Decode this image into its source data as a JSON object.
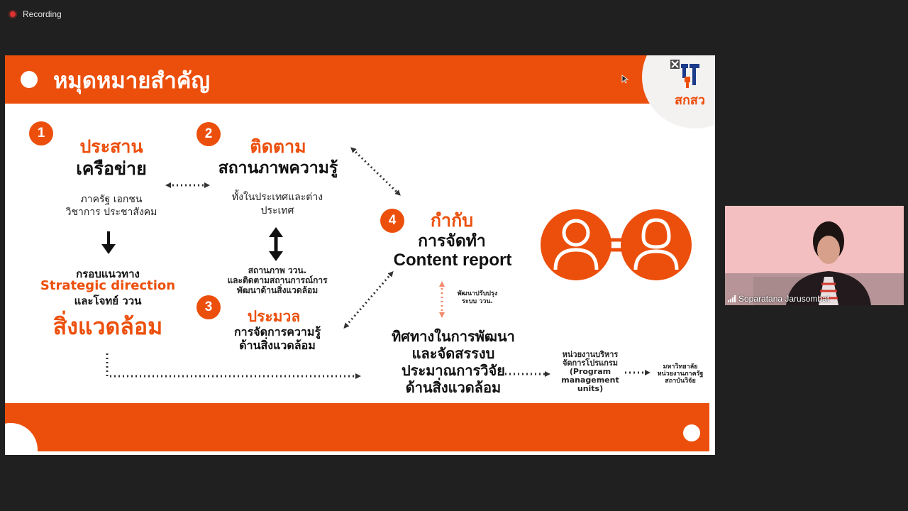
{
  "recording": {
    "label": "Recording"
  },
  "slide": {
    "title": "หมุดหมายสำคัญ",
    "logo_text": "สกสว",
    "step1": {
      "num": "1",
      "heading_orange": "ประสาน",
      "heading_black": "เครือข่าย",
      "desc_line1": "ภาครัฐ เอกชน",
      "desc_line2": "วิชาการ ประชาสังคม",
      "framework_line1": "กรอบแนวทาง",
      "framework_line2": "Strategic direction",
      "framework_line3": "และโจทย์ ววน",
      "big_label": "สิ่งแวดล้อม"
    },
    "step2": {
      "num": "2",
      "heading_orange": "ติดตาม",
      "heading_black": "สถานภาพความรู้",
      "desc_line1": "ทั้งในประเทศและต่าง",
      "desc_line2": "ประเทศ",
      "status_line1": "สถานภาพ ววน.",
      "status_line2": "และติดตามสถานการณ์การ",
      "status_line3": "พัฒนาด้านสิ่งแวดล้อม"
    },
    "step3": {
      "num": "3",
      "heading_orange": "ประมวล",
      "heading_black_line1": "การจัดการความรู้",
      "heading_black_line2": "ด้านสิ่งแวดล้อม"
    },
    "step4": {
      "num": "4",
      "heading_orange": "กำกับ",
      "heading_black_line1": "การจัดทำ",
      "heading_black_line2": "Content report",
      "improve_line1": "พัฒนาปรับปรุง",
      "improve_line2": "ระบบ ววน."
    },
    "direction": {
      "line1": "ทิศทางในการพัฒนา",
      "line2": "และจัดสรรงบ",
      "line3": "ประมาณการวิจัย",
      "line4": "ด้านสิ่งแวดล้อม"
    },
    "pmu": {
      "line1": "หน่วยงานบริหาร",
      "line2": "จัดการโปรแกรม",
      "line3": "(Program",
      "line4": "management",
      "line5": "units)"
    },
    "orgs": {
      "line1": "มหาวิทยาลัย",
      "line2": "หน่วยงานภาครัฐ",
      "line3": "สถาบันวิจัย"
    },
    "colors": {
      "accent": "#ec4f0c"
    }
  },
  "participant": {
    "name": "Soparatana Jarusombat"
  },
  "icons": {
    "record": "record-dot-icon",
    "people_exchange": "people-exchange-icon",
    "signal": "signal-bars-icon"
  }
}
